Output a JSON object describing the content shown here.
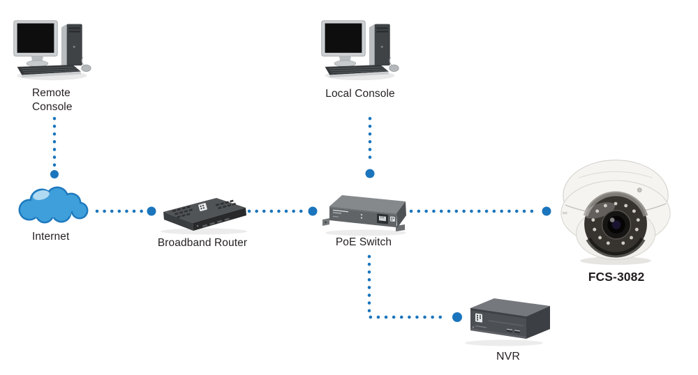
{
  "diagram": {
    "type": "network-topology",
    "nodes": {
      "remote_console": {
        "label": "Remote Console",
        "icon": "desktop-computer-icon"
      },
      "local_console": {
        "label": "Local Console",
        "icon": "desktop-computer-icon"
      },
      "internet": {
        "label": "Internet",
        "icon": "cloud-icon"
      },
      "broadband_router": {
        "label": "Broadband Router",
        "icon": "router-icon"
      },
      "poe_switch": {
        "label": "PoE Switch",
        "icon": "poe-switch-icon"
      },
      "ip_camera": {
        "label": "FCS-3082",
        "icon": "dome-camera-icon"
      },
      "nvr": {
        "label": "NVR",
        "icon": "nvr-icon"
      }
    },
    "connections": [
      {
        "from": "remote_console",
        "to": "internet",
        "style": "dotted-blue"
      },
      {
        "from": "internet",
        "to": "broadband_router",
        "style": "dotted-blue"
      },
      {
        "from": "broadband_router",
        "to": "poe_switch",
        "style": "dotted-blue"
      },
      {
        "from": "local_console",
        "to": "poe_switch",
        "style": "dotted-blue"
      },
      {
        "from": "poe_switch",
        "to": "ip_camera",
        "style": "dotted-blue"
      },
      {
        "from": "poe_switch",
        "to": "nvr",
        "style": "dotted-blue"
      }
    ],
    "colors": {
      "connection_dot": "#1B75BC",
      "cloud_fill": "#3F9FDA",
      "cloud_outline": "#1E79BE",
      "cloud_highlight": "#BDE0F4",
      "label_text": "#231F20",
      "background": "#FFFFFF"
    }
  }
}
